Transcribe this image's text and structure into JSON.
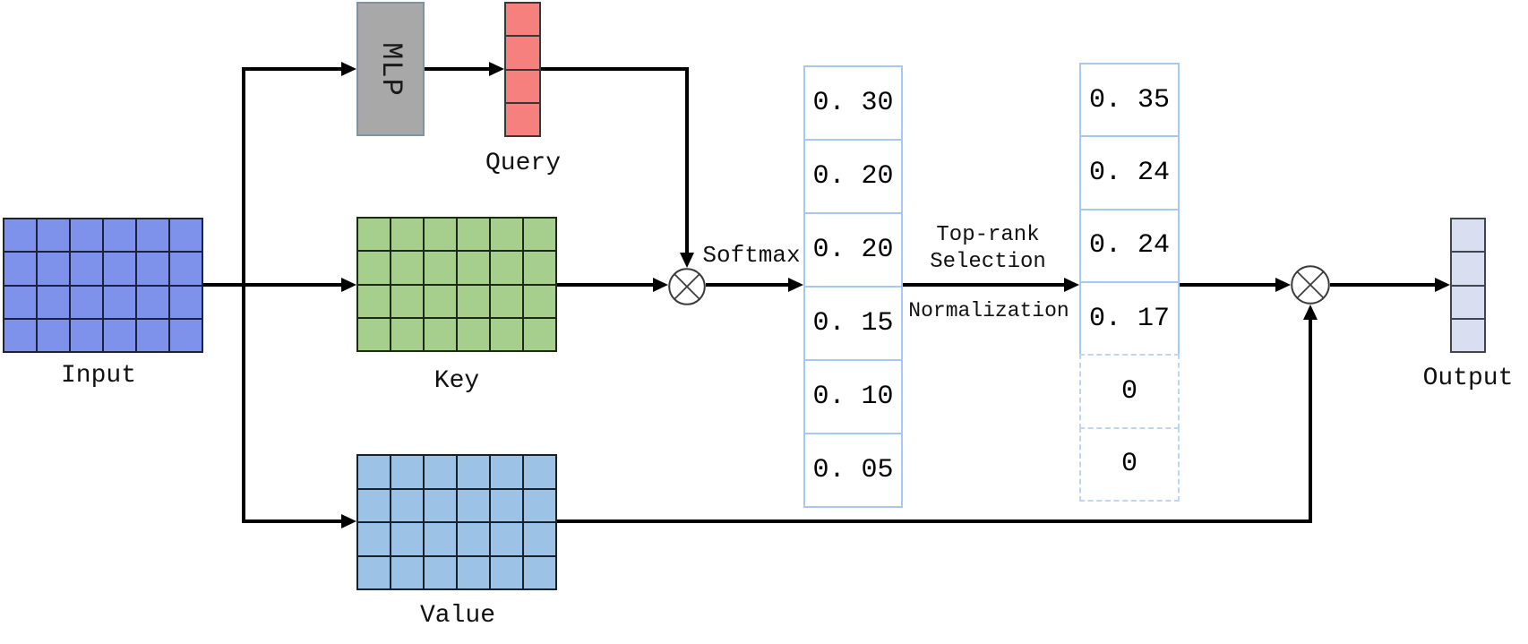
{
  "diagram": {
    "blocks": {
      "input": {
        "label": "Input",
        "rows": 4,
        "cols": 6,
        "fill": "#7F92EB",
        "stroke": "#1c2140"
      },
      "mlp": {
        "label": "MLP",
        "fill": "#A8A8A8",
        "stroke": "#7e93a6"
      },
      "query": {
        "label": "Query",
        "rows": 4,
        "cols": 1,
        "fill": "#F5807D",
        "stroke": "#383838"
      },
      "key": {
        "label": "Key",
        "rows": 4,
        "cols": 6,
        "fill": "#A6CF8E",
        "stroke": "#1e2816"
      },
      "value": {
        "label": "Value",
        "rows": 4,
        "cols": 6,
        "fill": "#9CC3E5",
        "stroke": "#17212b"
      },
      "output": {
        "label": "Output",
        "rows": 4,
        "cols": 1,
        "fill": "#D9DFF1",
        "stroke": "#40454f"
      }
    },
    "annotations": {
      "softmax": "Softmax",
      "top_rank": "Top-rank",
      "selection": "Selection",
      "normalization": "Normalization"
    },
    "softmax_scores": [
      {
        "value": "0. 30",
        "dashed": false
      },
      {
        "value": "0. 20",
        "dashed": false
      },
      {
        "value": "0. 20",
        "dashed": false
      },
      {
        "value": "0. 15",
        "dashed": false
      },
      {
        "value": "0. 10",
        "dashed": false
      },
      {
        "value": "0. 05",
        "dashed": false
      }
    ],
    "topk_scores": [
      {
        "value": "0. 35",
        "dashed": false
      },
      {
        "value": "0. 24",
        "dashed": false
      },
      {
        "value": "0. 24",
        "dashed": false
      },
      {
        "value": "0. 17",
        "dashed": false
      },
      {
        "value": "0",
        "dashed": true
      },
      {
        "value": "0",
        "dashed": true
      }
    ],
    "operators": {
      "matmul1": "circle-cross-multiply",
      "matmul2": "circle-cross-multiply"
    },
    "colors": {
      "line": "#000000",
      "score_border": "#A6C8F4",
      "score_border_dashed": "#BDD6F7",
      "background": "#ffffff"
    }
  }
}
